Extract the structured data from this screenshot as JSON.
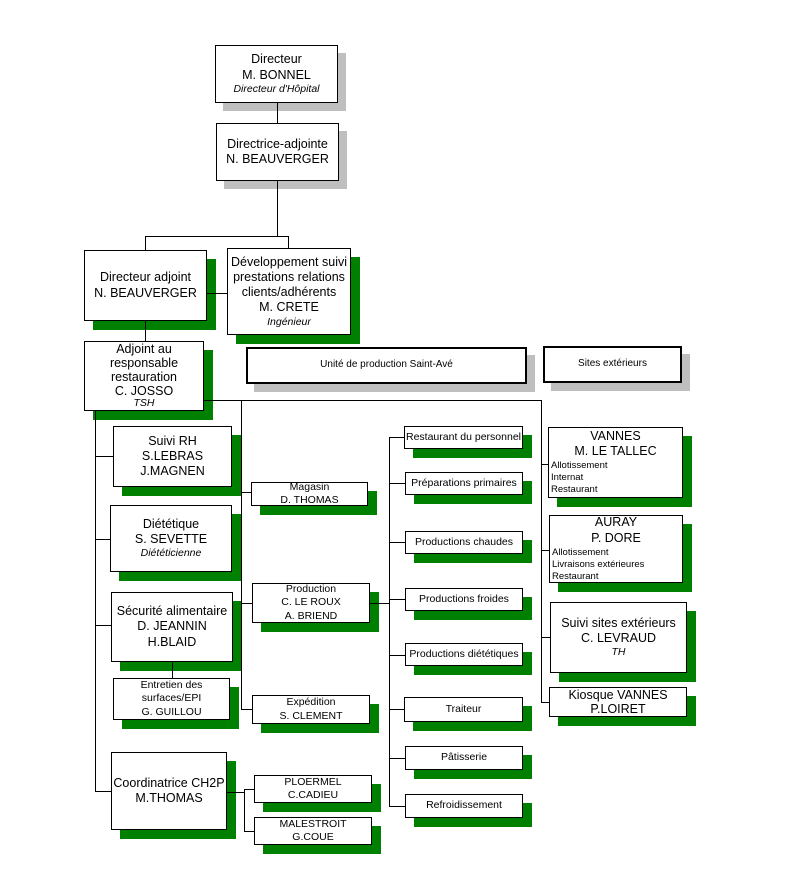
{
  "colors": {
    "box_shadow_green": "#008000",
    "box_shadow_gray": "#BFBFBF",
    "box_border": "#000000",
    "background": "#FFFFFF"
  },
  "nodes": {
    "directeur": {
      "lines": [
        "Directeur",
        "M. BONNEL",
        "Directeur d'Hôpital"
      ]
    },
    "directrice": {
      "lines": [
        "Directrice-adjointe",
        "N. BEAUVERGER"
      ]
    },
    "dir_adjoint": {
      "lines": [
        "Directeur adjoint",
        "N. BEAUVERGER"
      ]
    },
    "developpement": {
      "lines": [
        "Développement suivi",
        "prestations relations",
        "clients/adhérents",
        "M. CRETE",
        "Ingénieur"
      ]
    },
    "adjoint_resp": {
      "lines": [
        "Adjoint au",
        "responsable",
        "restauration",
        "C. JOSSO",
        "TSH"
      ]
    },
    "unite_production": {
      "lines": [
        "Unité de production Saint-Avé"
      ]
    },
    "sites_exterieurs": {
      "lines": [
        "Sites extérieurs"
      ]
    },
    "suivi_rh": {
      "lines": [
        "Suivi RH",
        "S.LEBRAS",
        "J.MAGNEN"
      ]
    },
    "dietetique": {
      "lines": [
        "Diététique",
        "S. SEVETTE",
        "Diététicienne"
      ]
    },
    "securite": {
      "lines": [
        "Sécurité alimentaire",
        "D. JEANNIN",
        "H.BLAID"
      ]
    },
    "entretien": {
      "lines": [
        "Entretien des",
        "surfaces/EPI",
        "G. GUILLOU"
      ]
    },
    "coordinatrice": {
      "lines": [
        "Coordinatrice CH2P",
        "M.THOMAS"
      ]
    },
    "ploermel": {
      "lines": [
        "PLOERMEL",
        "C.CADIEU"
      ]
    },
    "malestroit": {
      "lines": [
        "MALESTROIT",
        "G.COUE"
      ]
    },
    "magasin": {
      "lines": [
        "Magasin",
        "D. THOMAS"
      ]
    },
    "production": {
      "lines": [
        "Production",
        "C. LE ROUX",
        "A. BRIEND"
      ]
    },
    "expedition": {
      "lines": [
        "Expédition",
        "S. CLEMENT"
      ]
    },
    "restaurant_personnel": {
      "lines": [
        "Restaurant du personnel"
      ]
    },
    "preparations_primaires": {
      "lines": [
        "Préparations primaires"
      ]
    },
    "productions_chaudes": {
      "lines": [
        "Productions chaudes"
      ]
    },
    "productions_froides": {
      "lines": [
        "Productions froides"
      ]
    },
    "productions_dietetiques": {
      "lines": [
        "Productions diététiques"
      ]
    },
    "traiteur": {
      "lines": [
        "Traiteur"
      ]
    },
    "patisserie": {
      "lines": [
        "Pâtisserie"
      ]
    },
    "refroidissement": {
      "lines": [
        "Refroidissement"
      ]
    },
    "vannes": {
      "lines": [
        "VANNES",
        "M. LE TALLEC"
      ],
      "list": [
        "Allotissement",
        "Internat",
        "Restaurant"
      ]
    },
    "auray": {
      "lines": [
        "AURAY",
        "P. DORE"
      ],
      "list": [
        "Allotissement",
        "Livraisons extérieures",
        "Restaurant"
      ]
    },
    "suivi_sites": {
      "lines": [
        "Suivi sites extérieurs",
        "C. LEVRAUD",
        "TH"
      ]
    },
    "kiosque_vannes": {
      "lines": [
        "Kiosque VANNES",
        "P.LOIRET"
      ]
    }
  }
}
